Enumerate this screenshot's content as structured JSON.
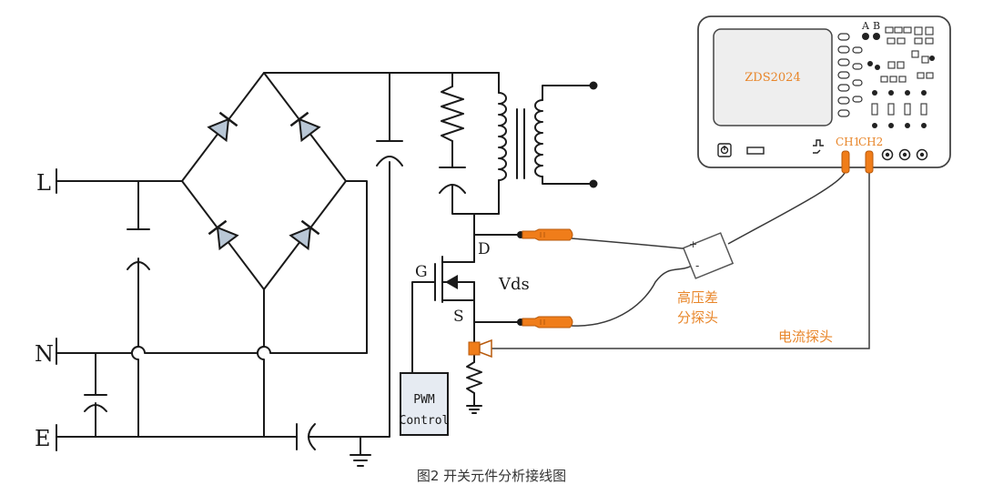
{
  "caption": "图2 开关元件分析接线图",
  "terminals": {
    "L": "L",
    "N": "N",
    "E": "E"
  },
  "mosfet": {
    "gate": "G",
    "drain": "D",
    "source": "S",
    "vds": "Vds"
  },
  "pwm": {
    "line1": "PWM",
    "line2": "Control"
  },
  "scope": {
    "model": "ZDS2024",
    "ch1": "CH1",
    "ch2": "CH2",
    "key_a": "A",
    "key_b": "B"
  },
  "probes": {
    "diff_line1": "高压差",
    "diff_line2": "分探头",
    "current": "电流探头",
    "plus": "+",
    "minus": "-"
  },
  "colors": {
    "accent": "#e8862a",
    "probe_orange": "#f07d1a",
    "wire": "#1a1a1a",
    "screen": "#eeeeee",
    "pwm_box": "#e6ebf2"
  }
}
